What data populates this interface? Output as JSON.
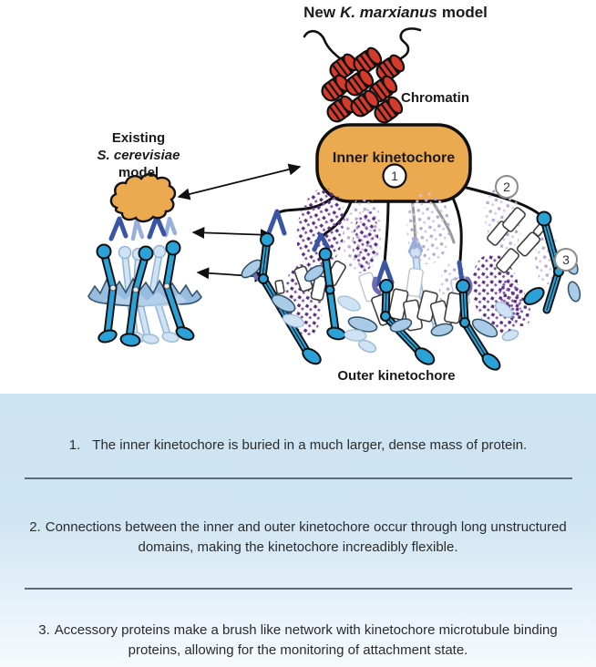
{
  "figure": {
    "new_model_title": {
      "prefix": "New",
      "species": "K. marxianus",
      "suffix": "model"
    },
    "existing_model_label": {
      "line1": "Existing",
      "line2": "S. cerevisiae",
      "line3": "model"
    },
    "chromatin_label": "Chromatin",
    "inner_kinetochore_label": "Inner kinetochore",
    "outer_kinetochore_label": "Outer kinetochore",
    "markers": {
      "one": "1",
      "two": "2",
      "three": "3"
    }
  },
  "panel": {
    "items": [
      {
        "number": "1.",
        "text": "The inner kinetochore is buried in a much larger, dense mass of protein."
      },
      {
        "number": "2.",
        "text": "Connections between the inner and outer kinetochore occur through long unstructured domains, making the kinetochore increadibly flexible."
      },
      {
        "number": "3.",
        "text": "Accessory proteins make a brush like network with kinetochore microtubule binding proteins, allowing for the monitoring of attachment state."
      }
    ]
  },
  "colors": {
    "inner_kinetochore_orange": "#ecaa50",
    "chromatin_red": "#d63a2a",
    "rod_teal": "#2aa2d8",
    "linker_dark_blue": "#3b55a5",
    "accessory_purple": "#5c2d87",
    "panel_blue": "#cfe5f3",
    "divider_gray": "#5d6b78"
  }
}
